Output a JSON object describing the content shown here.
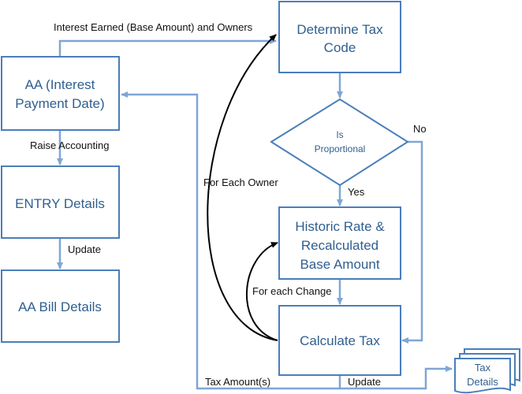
{
  "colors": {
    "box_stroke": "#4a7ebb",
    "box_fill": "#ffffff",
    "box_text": "#2f5f8f",
    "connector": "#7fa6d6",
    "loop_arrow": "#000000",
    "edge_text": "#111111"
  },
  "nodes": {
    "aa_interest": {
      "line1": "AA (Interest",
      "line2": "Payment Date)"
    },
    "entry_details": {
      "label": "ENTRY Details"
    },
    "aa_bill": {
      "label": "AA Bill Details"
    },
    "determine_tax": {
      "line1": "Determine Tax",
      "line2": "Code"
    },
    "is_proportional": {
      "line1": "Is",
      "line2": "Proportional"
    },
    "historic_rate": {
      "line1": "Historic Rate &",
      "line2": "Recalculated",
      "line3": "Base Amount"
    },
    "calculate_tax": {
      "label": "Calculate Tax"
    },
    "tax_details": {
      "line1": "Tax",
      "line2": "Details"
    }
  },
  "edges": {
    "interest_earned": "Interest Earned (Base Amount) and Owners",
    "raise_accounting": "Raise Accounting",
    "update_bill": "Update",
    "for_each_owner": "For Each Owner",
    "yes": "Yes",
    "no": "No",
    "for_each_change": "For each Change",
    "tax_amounts": "Tax Amount(s)",
    "update_tax": "Update"
  }
}
